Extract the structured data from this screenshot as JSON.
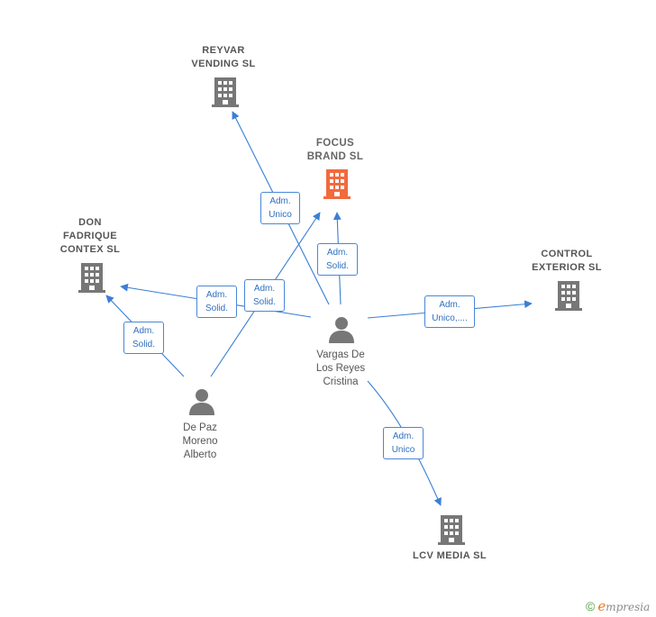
{
  "companies": {
    "reyvar": "REYVAR\nVENDING SL",
    "focus": "FOCUS\nBRAND SL",
    "don_fadrique": "DON\nFADRIQUE\nCONTEX SL",
    "control_exterior": "CONTROL\nEXTERIOR SL",
    "lcv_media": "LCV MEDIA SL"
  },
  "people": {
    "vargas": "Vargas De\nLos Reyes\nCristina",
    "depaz": "De Paz\nMoreno\nAlberto"
  },
  "edges": {
    "vargas_reyvar": "Adm.\nUnico",
    "vargas_focus": "Adm.\nSolid.",
    "depaz_focus": "Adm.\nSolid.",
    "vargas_donfadrique": "Adm.\nSolid.",
    "depaz_donfadrique": "Adm.\nSolid.",
    "vargas_control": "Adm.\nUnico,....",
    "vargas_lcv": "Adm.\nUnico"
  },
  "colors": {
    "edge": "#3a7fd5",
    "company_icon": "#777777",
    "focus_icon": "#f26a3d",
    "person_icon": "#777777"
  },
  "footer": {
    "copyright": "©",
    "brand_initial": "e",
    "brand_rest": "mpresia"
  }
}
